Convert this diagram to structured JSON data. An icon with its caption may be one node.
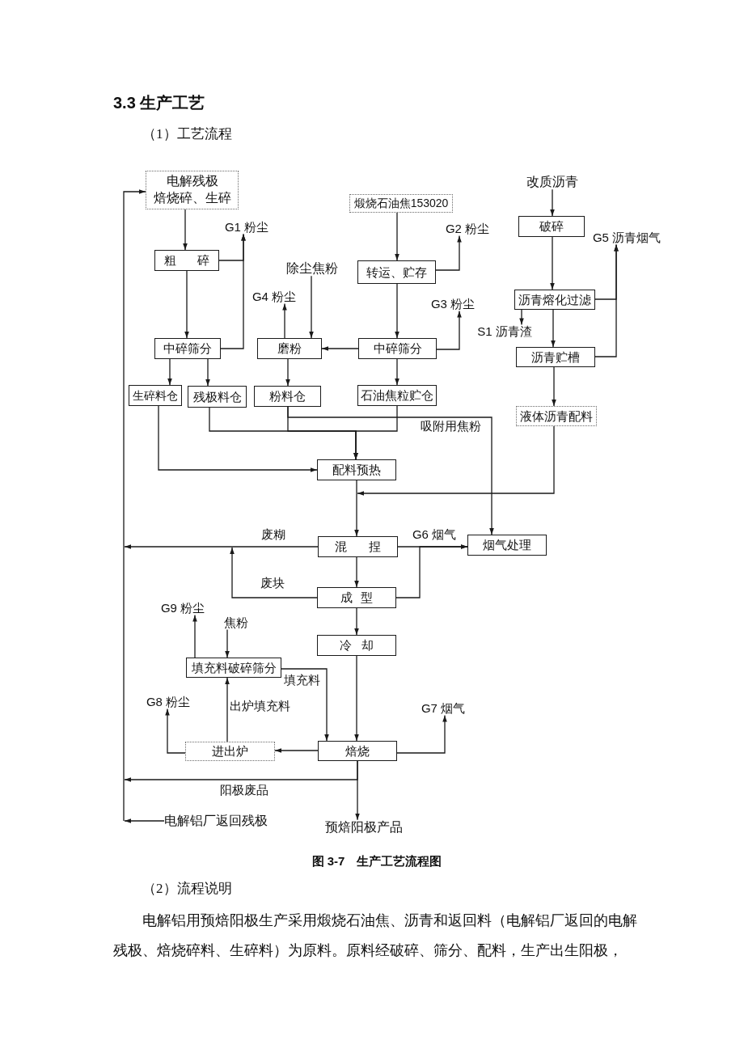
{
  "diagram": {
    "title": "3.3 生产工艺",
    "caption": "图 3-7　生产工艺流程图",
    "nodes": [
      {
        "text": [
          "电解残极",
          "焙烧碎、生碎"
        ]
      },
      {
        "text": [
          "改质沥青"
        ]
      },
      {
        "text": [
          "煅烧石油焦153020"
        ]
      },
      {
        "text": [
          "破碎"
        ]
      },
      {
        "text": [
          "G1 粉尘"
        ]
      },
      {
        "text": [
          "G2 粉尘"
        ]
      },
      {
        "text": [
          "G5 沥青烟气"
        ]
      },
      {
        "text": [
          "粗 碎"
        ]
      },
      {
        "text": [
          "转运、贮存"
        ]
      },
      {
        "text": [
          "除尘焦粉"
        ]
      },
      {
        "text": [
          "沥青熔化过滤"
        ]
      },
      {
        "text": [
          "G4 粉尘"
        ]
      },
      {
        "text": [
          "G3 粉尘"
        ]
      },
      {
        "text": [
          "S1 沥青渣"
        ]
      },
      {
        "text": [
          "中碎筛分"
        ]
      },
      {
        "text": [
          "磨粉"
        ]
      },
      {
        "text": [
          "中碎筛分"
        ]
      },
      {
        "text": [
          "沥青贮槽"
        ]
      },
      {
        "text": [
          "生碎料仓"
        ]
      },
      {
        "text": [
          "残极料仓"
        ]
      },
      {
        "text": [
          "粉料仓"
        ]
      },
      {
        "text": [
          "石油焦粒贮仓"
        ]
      },
      {
        "text": [
          "液体沥青配料"
        ]
      },
      {
        "text": [
          "配料预热"
        ]
      },
      {
        "text": [
          "混 捏"
        ]
      },
      {
        "text": [
          "烟气处理"
        ]
      },
      {
        "text": [
          "成 型"
        ]
      },
      {
        "text": [
          "G9 粉尘"
        ]
      },
      {
        "text": [
          "焦粉"
        ]
      },
      {
        "text": [
          "冷 却"
        ]
      },
      {
        "text": [
          "填充料破碎筛分"
        ]
      },
      {
        "text": [
          "G8 粉尘"
        ]
      },
      {
        "text": [
          "G7 烟气"
        ]
      },
      {
        "text": [
          "进出炉"
        ]
      },
      {
        "text": [
          "焙烧"
        ]
      },
      {
        "text": [
          "电解铝厂返回残极"
        ]
      },
      {
        "text": [
          "预焙阳极产品"
        ]
      }
    ],
    "edges": [
      {
        "from": 0,
        "to": 7,
        "arrow": "to"
      },
      {
        "from": 7,
        "to": 14,
        "arrow": "to"
      },
      {
        "from": 7,
        "to": 4,
        "arrow": "to"
      },
      {
        "from": 14,
        "to": 4,
        "arrow": "to"
      },
      {
        "from": 14,
        "to": 18,
        "arrow": "to"
      },
      {
        "from": 14,
        "to": 19,
        "arrow": "to"
      },
      {
        "from": 15,
        "to": 11,
        "arrow": "to"
      },
      {
        "from": 9,
        "to": 15,
        "arrow": "to"
      },
      {
        "from": 16,
        "to": 15,
        "arrow": "to"
      },
      {
        "from": 16,
        "to": 12,
        "arrow": "to"
      },
      {
        "from": 15,
        "to": 20,
        "arrow": "to"
      },
      {
        "from": 16,
        "to": 21,
        "arrow": "to"
      },
      {
        "from": 8,
        "to": 16,
        "arrow": "to"
      },
      {
        "from": 2,
        "to": 8,
        "arrow": "to"
      },
      {
        "from": 8,
        "to": 5,
        "arrow": "to"
      },
      {
        "from": 1,
        "to": 3,
        "arrow": "to"
      },
      {
        "from": 3,
        "to": 10,
        "arrow": "to"
      },
      {
        "from": 10,
        "to": 13,
        "arrow": "to"
      },
      {
        "from": 10,
        "to": 17,
        "arrow": "to"
      },
      {
        "from": 10,
        "to": 6,
        "arrow": "to"
      },
      {
        "from": 17,
        "to": 6,
        "arrow": "to"
      },
      {
        "from": 17,
        "to": 22,
        "arrow": "to"
      },
      {
        "from": 22,
        "to": 24,
        "arrow": "to"
      },
      {
        "from": 18,
        "to": 23,
        "arrow": "to"
      },
      {
        "from": 19,
        "to": 23,
        "arrow": "to"
      },
      {
        "from": 20,
        "to": 23,
        "arrow": "to"
      },
      {
        "from": 21,
        "to": 23,
        "arrow": "to"
      },
      {
        "from": 20,
        "to": 25,
        "arrow": "to",
        "label": "吸附用焦粉"
      },
      {
        "from": 23,
        "to": 24,
        "arrow": "to"
      },
      {
        "from": 24,
        "to": 0,
        "arrow": "to",
        "label": "废糊"
      },
      {
        "from": 24,
        "to": 25,
        "arrow": "to",
        "label": "G6 烟气"
      },
      {
        "from": 24,
        "to": 26,
        "arrow": "to"
      },
      {
        "from": 26,
        "to": 0,
        "arrow": "to",
        "label": "废块"
      },
      {
        "from": 26,
        "to": 25,
        "arrow": "to"
      },
      {
        "from": 26,
        "to": 29,
        "arrow": "to"
      },
      {
        "from": 29,
        "to": 34,
        "arrow": "to"
      },
      {
        "from": 28,
        "to": 30,
        "arrow": "to"
      },
      {
        "from": 30,
        "to": 27,
        "arrow": "to"
      },
      {
        "from": 30,
        "to": 34,
        "arrow": "to",
        "label": "填充料"
      },
      {
        "from": 33,
        "to": 30,
        "arrow": "to",
        "label": "出炉填充料"
      },
      {
        "from": 34,
        "to": 33,
        "arrow": "to"
      },
      {
        "from": 33,
        "to": 31,
        "arrow": "to"
      },
      {
        "from": 34,
        "to": 32,
        "arrow": "to"
      },
      {
        "from": 34,
        "to": 36,
        "arrow": "to"
      },
      {
        "from": 34,
        "to": 0,
        "arrow": "to",
        "label": "阳极废品"
      },
      {
        "from": 35,
        "to": 0,
        "arrow": "to"
      }
    ],
    "labels": [
      "（1）工艺流程",
      "（2）流程说明",
      "电解铝用预焙阳极生产采用煅烧石油焦、沥青和返回料（电解铝厂返回的电解残极、焙烧碎料、生碎料）为原料。原料经破碎、筛分、配料，生产出生阳极，"
    ]
  }
}
